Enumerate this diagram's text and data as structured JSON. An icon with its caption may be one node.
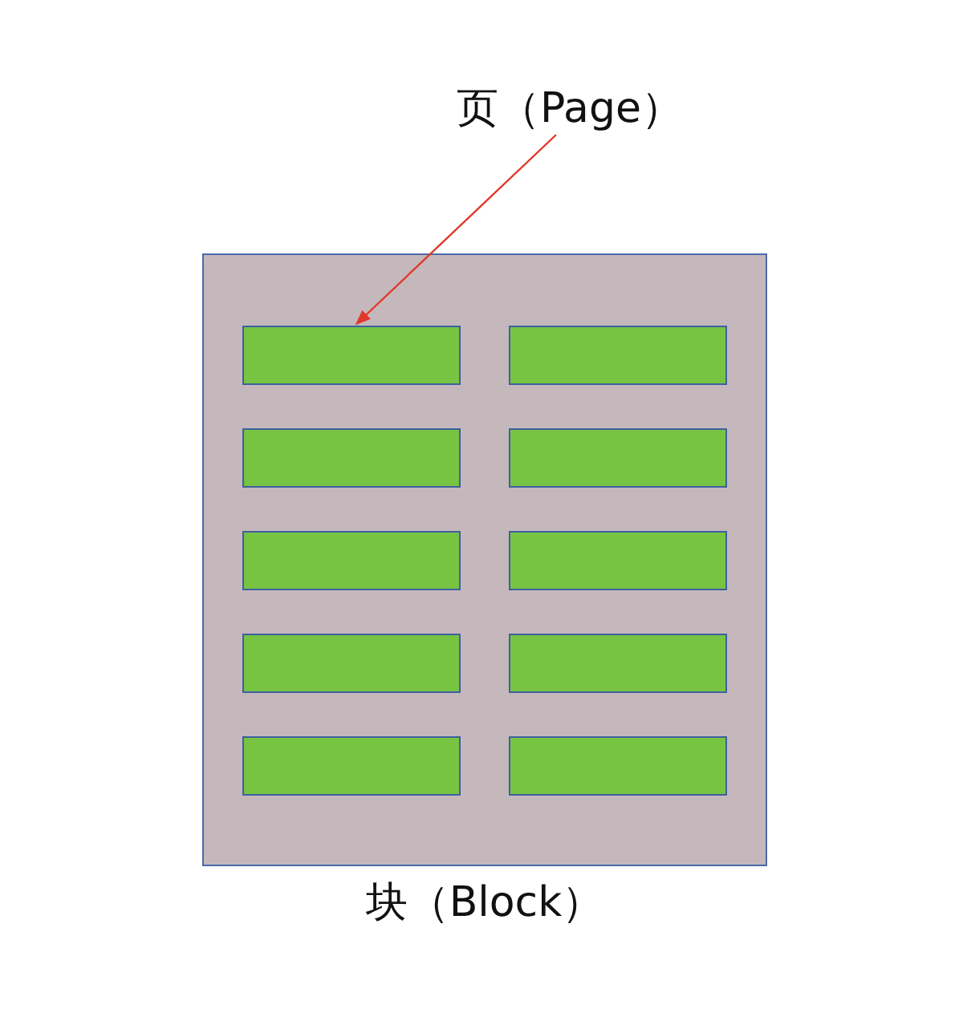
{
  "diagram": {
    "nodes": [
      {
        "text": [
          "页（Page）"
        ]
      },
      {
        "text": [
          "块（Block）"
        ]
      },
      {
        "text": [],
        "shape": "box",
        "in": 1
      },
      {
        "text": [],
        "shape": "box",
        "in": 1
      },
      {
        "text": [],
        "shape": "box",
        "in": 1
      },
      {
        "text": [],
        "shape": "box",
        "in": 1
      },
      {
        "text": [],
        "shape": "box",
        "in": 1
      },
      {
        "text": [],
        "shape": "box",
        "in": 1
      },
      {
        "text": [],
        "shape": "box",
        "in": 1
      },
      {
        "text": [],
        "shape": "box",
        "in": 1
      },
      {
        "text": [],
        "shape": "box",
        "in": 1
      },
      {
        "text": [],
        "shape": "box",
        "in": 1
      }
    ],
    "edges": [
      {
        "from": 0,
        "to": 2,
        "arrow": "to",
        "color": "#e0392b"
      }
    ]
  }
}
